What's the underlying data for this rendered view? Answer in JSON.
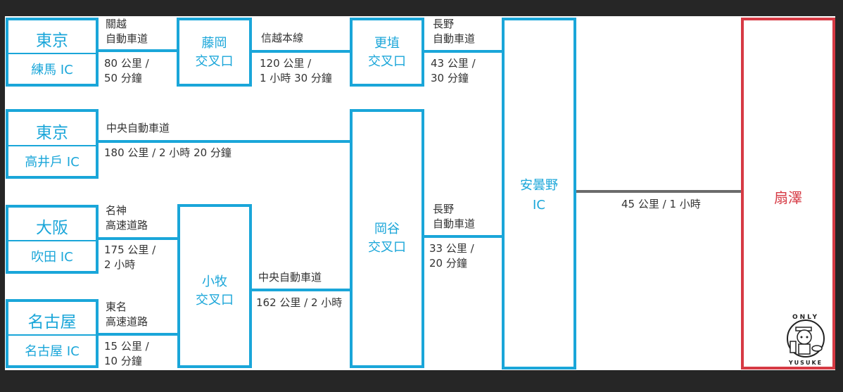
{
  "colors": {
    "route_blue": "#1aa6d9",
    "destination_red": "#d63a44",
    "connector_grey": "#6b6b6b",
    "background": "#262626"
  },
  "origins": [
    {
      "city": "東京",
      "ic": "練馬 IC"
    },
    {
      "city": "東京",
      "ic": "高井戶 IC"
    },
    {
      "city": "大阪",
      "ic": "吹田 IC"
    },
    {
      "city": "名古屋",
      "ic": "名古屋 IC"
    }
  ],
  "junctions": {
    "fujioka": {
      "line1": "藤岡",
      "line2": "交叉口"
    },
    "kohshoku": {
      "line1": "更埴",
      "line2": "交叉口"
    },
    "komaki": {
      "line1": "小牧",
      "line2": "交叉口"
    },
    "okaya": {
      "line1": "岡谷",
      "line2": "交叉口"
    },
    "azumino": {
      "line1": "安曇野",
      "line2": "IC"
    }
  },
  "destination": {
    "name": "扇澤"
  },
  "routes": {
    "kanetsu": {
      "road_line1": "關越",
      "road_line2": "自動車道",
      "dist_line1": "80 公里 /",
      "dist_line2": "50 分鐘"
    },
    "shinetsu": {
      "road": "信越本線",
      "dist_line1": "120 公里 /",
      "dist_line2": "1 小時 30 分鐘"
    },
    "nagano_north": {
      "road_line1": "長野",
      "road_line2": "自動車道",
      "dist_line1": "43 公里 /",
      "dist_line2": "30 分鐘"
    },
    "chuo_tokyo": {
      "road": "中央自動車道",
      "dist": "180 公里 / 2 小時 20 分鐘"
    },
    "meishin": {
      "road_line1": "名神",
      "road_line2": "高速道路",
      "dist_line1": "175 公里 /",
      "dist_line2": "2 小時"
    },
    "tomei": {
      "road_line1": "東名",
      "road_line2": "高速道路",
      "dist_line1": "15 公里 /",
      "dist_line2": "10 分鐘"
    },
    "chuo_komaki": {
      "road": "中央自動車道",
      "dist": "162 公里 / 2 小時"
    },
    "nagano_south": {
      "road_line1": "長野",
      "road_line2": "自動車道",
      "dist_line1": "33 公里 /",
      "dist_line2": "20 分鐘"
    },
    "final": {
      "dist": "45 公里 / 1 小時"
    }
  },
  "logo": {
    "top_text": "ONLY",
    "bottom_text": "YUSUKE"
  }
}
